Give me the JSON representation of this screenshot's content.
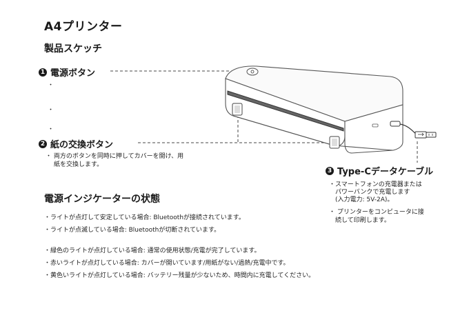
{
  "page": {
    "title": "A4プリンター",
    "subtitle": "製品スケッチ"
  },
  "callouts": {
    "power": {
      "num": "1",
      "label": "電源ボタン",
      "bullets": [
        "・",
        "・",
        "・"
      ]
    },
    "paper": {
      "num": "2",
      "label": "紙の交換ボタン",
      "note_line1": "・ 両方のボタンを同時に押してカバーを開け、用",
      "note_line2": "紙を交換します。"
    },
    "cable": {
      "num": "3",
      "label": "Type-Cデータケーブル",
      "note1_line1": "・スマートフォンの充電器または",
      "note1_line2": "パワーバンクで充電します",
      "note1_line3": "(入力電力: 5V-2A)。",
      "note2_line1": "・ プリンターをコンピュータに接",
      "note2_line2": "続して印刷します。"
    }
  },
  "status": {
    "title": "電源インジケーターの状態",
    "lines": [
      "・ライトが点灯して安定している場合: Bluetoothが接続されています。",
      "・ライトが点滅している場合: Bluetoothが切断されています。",
      "・緑色のライトが点灯している場合: 通常の使用状態/充電が完了しています。",
      "・赤いライトが点灯している場合: カバーが開いています/用紙がない/過熱/充電中です。",
      "・黄色いライトが点灯している場合: バッテリー残量が少ないため、時間内に充電してください。"
    ]
  },
  "colors": {
    "ink": "#1a1a1a",
    "line": "#555555",
    "dash": "#444444"
  }
}
